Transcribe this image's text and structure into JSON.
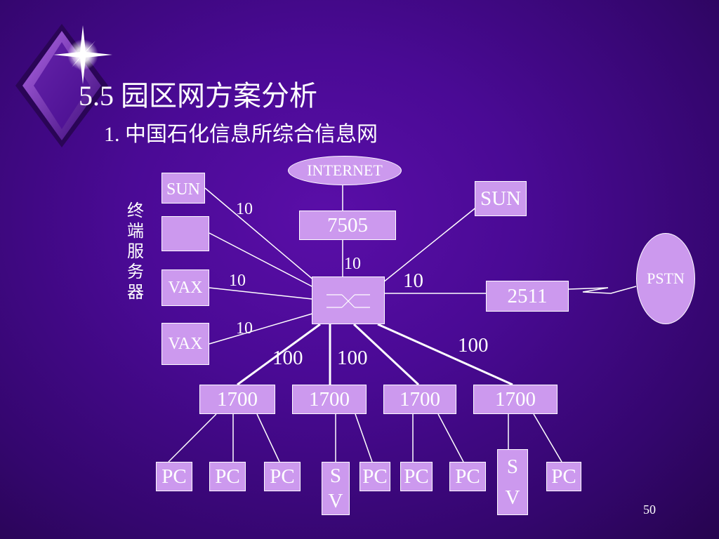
{
  "slide": {
    "title": "5.5 园区网方案分析",
    "subtitle": "1. 中国石化信息所综合信息网",
    "page_number": "50"
  },
  "diagram": {
    "internet": "INTERNET",
    "router_7505": "7505",
    "switch": "",
    "router_2511": "2511",
    "pstn": "PSTN",
    "sun_right": "SUN",
    "sun_left": "SUN",
    "terminal_server_box": "",
    "vax_1": "VAX",
    "vax_2": "VAX",
    "terminal_server_label": [
      "终",
      "端",
      "服",
      "务",
      "器"
    ],
    "link_10_a": "10",
    "link_10_b": "10",
    "link_10_c": "10",
    "link_10_top": "10",
    "link_10_right": "10",
    "link_100_a": "100",
    "link_100_b": "100",
    "link_100_c": "100",
    "routers_1700": [
      "1700",
      "1700",
      "1700",
      "1700"
    ],
    "pc_labels": [
      "PC",
      "PC",
      "PC",
      "PC",
      "PC",
      "PC",
      "PC"
    ],
    "sv_1": [
      "S",
      "V"
    ],
    "sv_2": [
      "S",
      "V"
    ]
  }
}
